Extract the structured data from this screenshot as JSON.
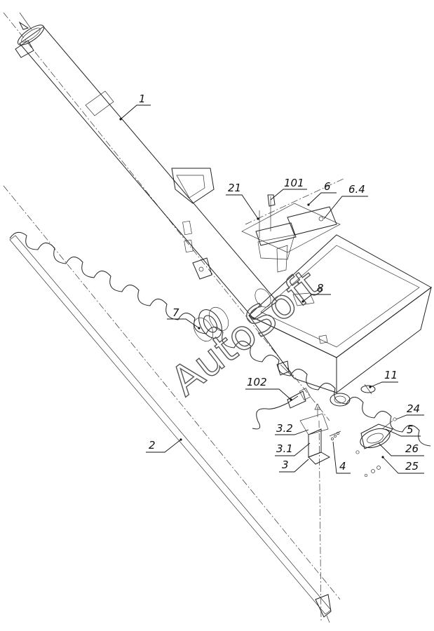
{
  "watermark": "AutoSoft",
  "callouts": [
    {
      "id": "c1",
      "label": "1"
    },
    {
      "id": "c2",
      "label": "2"
    },
    {
      "id": "c3",
      "label": "3"
    },
    {
      "id": "c31",
      "label": "3.1"
    },
    {
      "id": "c32",
      "label": "3.2"
    },
    {
      "id": "c4",
      "label": "4"
    },
    {
      "id": "c5",
      "label": "5"
    },
    {
      "id": "c6",
      "label": "6"
    },
    {
      "id": "c64",
      "label": "6.4"
    },
    {
      "id": "c7",
      "label": "7"
    },
    {
      "id": "c8",
      "label": "8"
    },
    {
      "id": "c11",
      "label": "11"
    },
    {
      "id": "c21",
      "label": "21"
    },
    {
      "id": "c24",
      "label": "24"
    },
    {
      "id": "c25",
      "label": "25"
    },
    {
      "id": "c26",
      "label": "26"
    },
    {
      "id": "c101",
      "label": "101"
    },
    {
      "id": "c102",
      "label": "102"
    }
  ]
}
